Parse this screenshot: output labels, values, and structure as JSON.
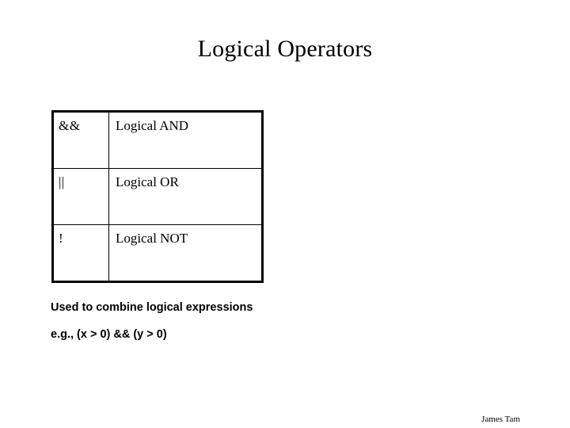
{
  "slide": {
    "title": "Logical Operators",
    "background_color": "#ffffff",
    "text_color": "#000000"
  },
  "table": {
    "border_color": "#000000",
    "rows": [
      {
        "symbol": "&&",
        "meaning": "Logical AND"
      },
      {
        "symbol": "||",
        "meaning": "Logical OR"
      },
      {
        "symbol": "!",
        "meaning": "Logical NOT"
      }
    ]
  },
  "body": {
    "line1": "Used to combine logical expressions",
    "line2": "e.g., (x > 0) && (y > 0)"
  },
  "footer": {
    "credit": "James Tam"
  }
}
